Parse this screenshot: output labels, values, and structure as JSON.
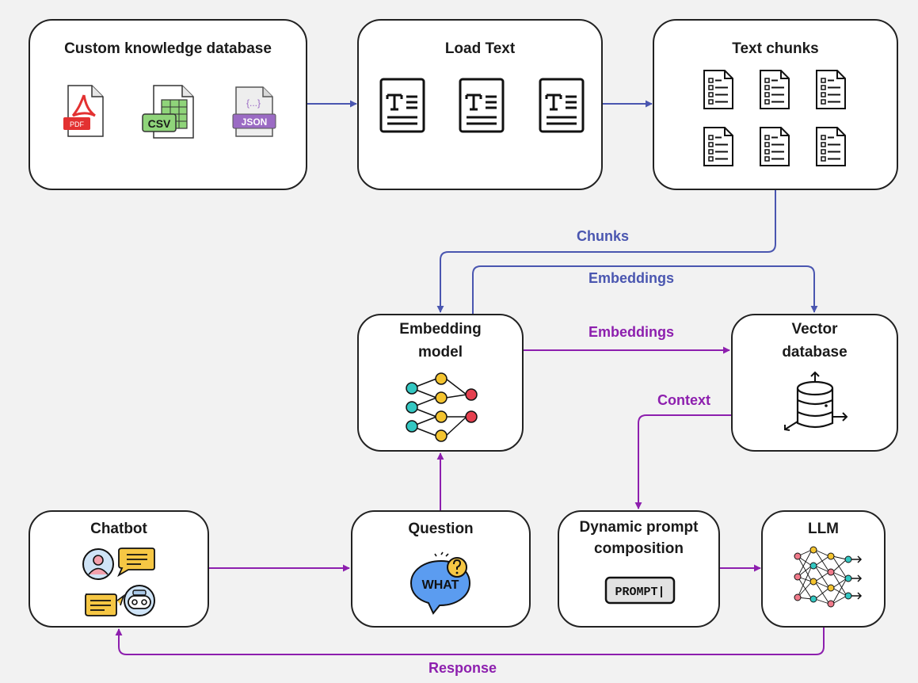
{
  "colors": {
    "blue": "#4a56b0",
    "purple": "#8d1fae",
    "background": "#f2f2f2"
  },
  "boxes": {
    "custom_db": {
      "title": "Custom knowledge database",
      "pdf_label": "PDF",
      "csv_label": "CSV",
      "json_label": "JSON",
      "json_glyph": "{...}"
    },
    "load_text": {
      "title": "Load Text"
    },
    "text_chunks": {
      "title": "Text chunks"
    },
    "embedding_model": {
      "title_line1": "Embedding",
      "title_line2": "model"
    },
    "vector_db": {
      "title_line1": "Vector",
      "title_line2": "database"
    },
    "chatbot": {
      "title": "Chatbot"
    },
    "question": {
      "title": "Question",
      "icon_text": "WHAT"
    },
    "prompt": {
      "title_line1": "Dynamic prompt",
      "title_line2": "composition",
      "icon_text": "PROMPT|"
    },
    "llm": {
      "title": "LLM"
    }
  },
  "edges": {
    "chunks": "Chunks",
    "embeddings_top": "Embeddings",
    "embeddings_mid": "Embeddings",
    "context": "Context",
    "response": "Response"
  }
}
